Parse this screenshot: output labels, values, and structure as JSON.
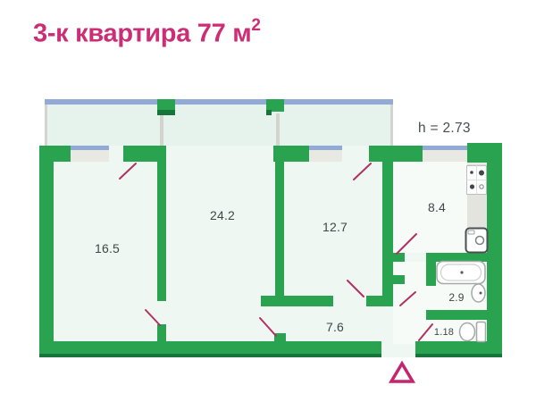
{
  "title": {
    "text": "3-к квартира 77 м",
    "sup": "2"
  },
  "ceiling_height": "h = 2.73",
  "rooms": [
    {
      "id": "living-room",
      "area": "16.5"
    },
    {
      "id": "hall-room",
      "area": "24.2"
    },
    {
      "id": "bedroom",
      "area": "12.7"
    },
    {
      "id": "kitchen",
      "area": "8.4"
    },
    {
      "id": "bathroom",
      "area": "2.9"
    },
    {
      "id": "toilet",
      "area": "1.18"
    },
    {
      "id": "hallway",
      "area": "7.6"
    }
  ],
  "colors": {
    "wall": "#2aa351",
    "wall-dark": "#17743a",
    "glazing": "#93a9d6",
    "balcony": "#e6f3ec",
    "fill": "#eef7f1",
    "accent": "#cb2e74",
    "door": "#b23063",
    "label": "#3f474a"
  }
}
